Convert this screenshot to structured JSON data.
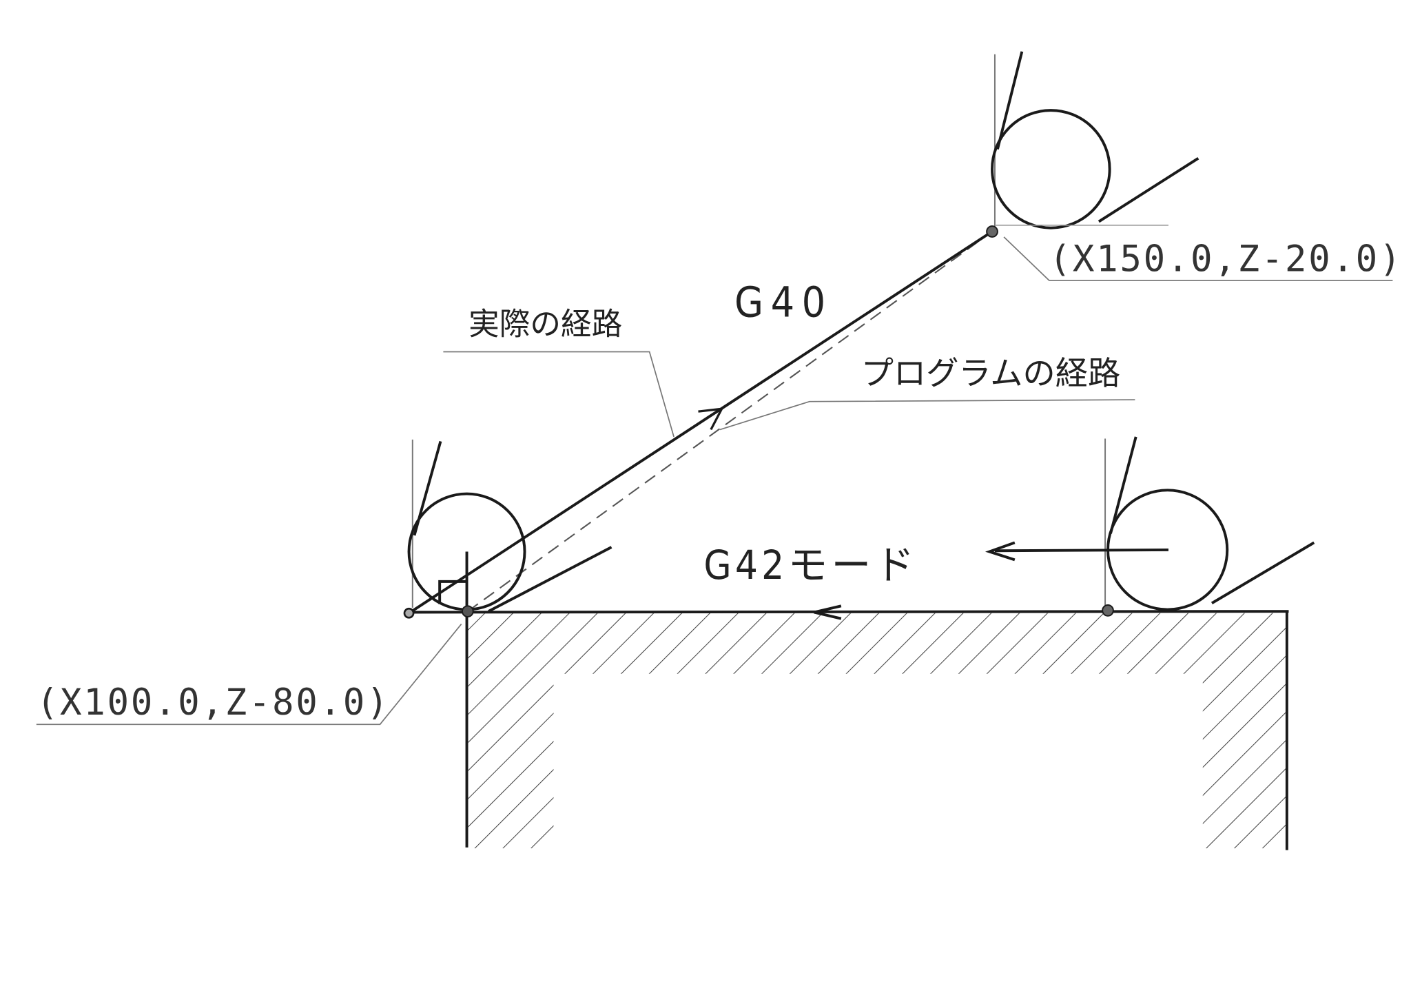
{
  "labels": {
    "g40": "G40",
    "actual_path": "実際の経路",
    "program_path": "プログラムの経路",
    "g42_mode": "G42モード",
    "point_end": "(X150.0,Z-20.0)",
    "point_start": "(X100.0,Z-80.0)"
  },
  "colors": {
    "ink": "#1a1a1a",
    "thin": "#777777",
    "background": "#ffffff"
  }
}
